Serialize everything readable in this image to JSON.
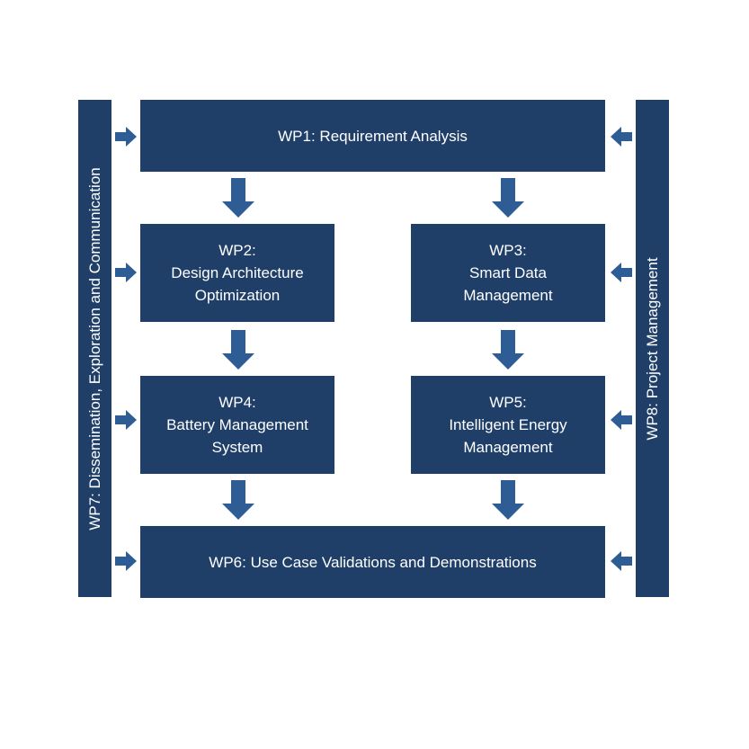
{
  "colors": {
    "box_fill": "#1f3f69",
    "arrow_fill": "#2e5c94",
    "text": "#ffffff",
    "background": "#ffffff"
  },
  "work_packages": {
    "wp1": {
      "lines": [
        "WP1: Requirement Analysis"
      ]
    },
    "wp2": {
      "lines": [
        "WP2:",
        "Design Architecture",
        "Optimization"
      ]
    },
    "wp3": {
      "lines": [
        "WP3:",
        "Smart Data",
        "Management"
      ]
    },
    "wp4": {
      "lines": [
        "WP4:",
        "Battery Management",
        "System"
      ]
    },
    "wp5": {
      "lines": [
        "WP5:",
        "Intelligent Energy",
        "Management"
      ]
    },
    "wp6": {
      "lines": [
        "WP6: Use Case Validations and Demonstrations"
      ]
    },
    "wp7": {
      "label": "WP7: Dissemination, Exploration and Communication"
    },
    "wp8": {
      "label": "WP8: Project Management"
    }
  },
  "flows": [
    {
      "from": "WP1",
      "to": "WP2"
    },
    {
      "from": "WP1",
      "to": "WP3"
    },
    {
      "from": "WP2",
      "to": "WP4"
    },
    {
      "from": "WP3",
      "to": "WP5"
    },
    {
      "from": "WP4",
      "to": "WP6"
    },
    {
      "from": "WP5",
      "to": "WP6"
    },
    {
      "from": "WP7",
      "to": "WP1"
    },
    {
      "from": "WP7",
      "to": "WP2"
    },
    {
      "from": "WP7",
      "to": "WP4"
    },
    {
      "from": "WP7",
      "to": "WP6"
    },
    {
      "from": "WP8",
      "to": "WP1"
    },
    {
      "from": "WP8",
      "to": "WP3"
    },
    {
      "from": "WP8",
      "to": "WP5"
    },
    {
      "from": "WP8",
      "to": "WP6"
    }
  ]
}
